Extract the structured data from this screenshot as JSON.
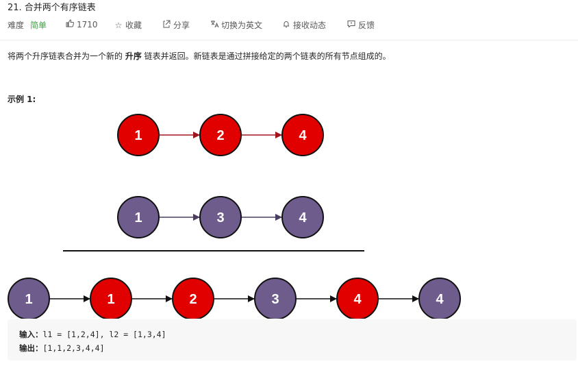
{
  "problem": {
    "title": "21. 合并两个有序链表",
    "difficulty_label": "难度",
    "difficulty_value": "简单",
    "likes": "1710",
    "actions": {
      "favorite": "收藏",
      "share": "分享",
      "switch_lang": "切换为英文",
      "notify": "接收动态",
      "feedback": "反馈"
    },
    "icons": {
      "like": "thumbs-up-icon",
      "favorite": "star-icon",
      "share": "share-icon",
      "switch_lang": "translate-icon",
      "notify": "bell-icon",
      "feedback": "message-icon"
    },
    "description": {
      "before": "将两个升序链表合并为一个新的 ",
      "bold": "升序",
      "after": " 链表并返回。新链表是通过拼接给定的两个链表的所有节点组成的。"
    }
  },
  "example": {
    "title": "示例 1:",
    "colors": {
      "red": "#e00000",
      "purple": "#6e5c8c",
      "red_arrow": "#a0141e",
      "purple_arrow": "#4a3d5e",
      "black": "#111111"
    },
    "list1": [
      {
        "label": "1",
        "color": "red"
      },
      {
        "label": "2",
        "color": "red"
      },
      {
        "label": "4",
        "color": "red"
      }
    ],
    "list2": [
      {
        "label": "1",
        "color": "purple"
      },
      {
        "label": "3",
        "color": "purple"
      },
      {
        "label": "4",
        "color": "purple"
      }
    ],
    "merged": [
      {
        "label": "1",
        "color": "purple"
      },
      {
        "label": "1",
        "color": "red"
      },
      {
        "label": "2",
        "color": "red"
      },
      {
        "label": "3",
        "color": "purple"
      },
      {
        "label": "4",
        "color": "red"
      },
      {
        "label": "4",
        "color": "purple"
      }
    ],
    "input_label": "输入：",
    "input_value": "l1 = [1,2,4], l2 = [1,3,4]",
    "output_label": "输出：",
    "output_value": "[1,1,2,3,4,4]"
  }
}
